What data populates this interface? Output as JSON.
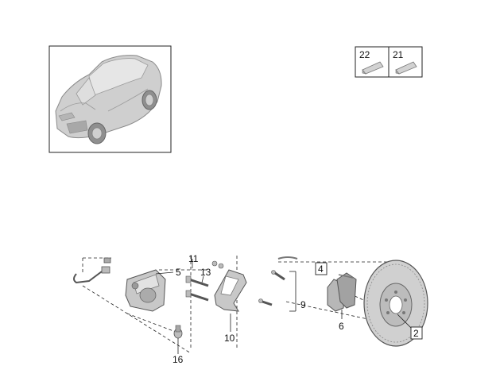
{
  "colors": {
    "background": "#ffffff",
    "line": "#222222",
    "part_fill": "#c8c8c8",
    "part_dark": "#9a9a9a",
    "car_fill": "#cfcfcf"
  },
  "overview_panel": {
    "icon": "car-suv-icon"
  },
  "legend": [
    {
      "number": "22",
      "icon": "wedge-part-icon"
    },
    {
      "number": "21",
      "icon": "wedge-part-icon"
    }
  ],
  "callouts": {
    "c2": "2",
    "c4": "4",
    "c5": "5",
    "c6": "6",
    "c9": "9",
    "c10": "10",
    "c11": "11",
    "c13": "13",
    "c16": "16"
  }
}
